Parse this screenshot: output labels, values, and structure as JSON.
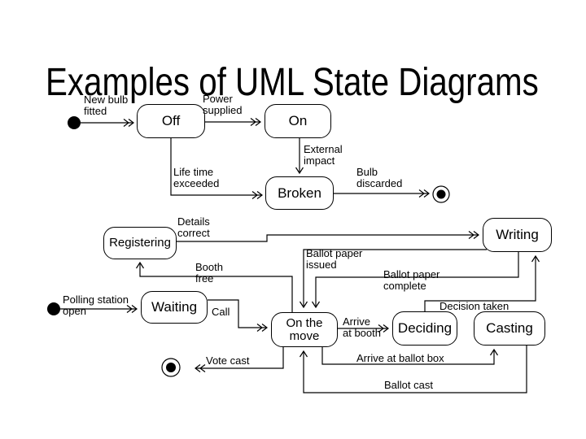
{
  "title": "Examples of UML State Diagrams",
  "lamp_diagram": {
    "states": {
      "off": "Off",
      "on": "On",
      "broken": "Broken"
    },
    "transitions": {
      "new_bulb_fitted": "New bulb\nfitted",
      "power_supplied": "Power\nsupplied",
      "life_time_exceeded": "Life time\nexceeded",
      "external_impact": "External\nimpact",
      "bulb_discarded": "Bulb\ndiscarded"
    }
  },
  "voting_diagram": {
    "states": {
      "registering": "Registering",
      "writing": "Writing",
      "waiting": "Waiting",
      "on_the_move": "On the\nmove",
      "deciding": "Deciding",
      "casting": "Casting"
    },
    "transitions": {
      "polling_station_open": "Polling station\nopen",
      "call": "Call",
      "details_correct": "Details\ncorrect",
      "booth_free": "Booth\nfree",
      "ballot_paper_issued": "Ballot paper\nissued",
      "ballot_paper_complete": "Ballot paper\ncomplete",
      "arrive_at_booth": "Arrive\nat booth",
      "decision_taken": "Decision taken",
      "arrive_at_ballot_box": "Arrive at ballot box",
      "vote_cast": "Vote cast",
      "ballot_cast": "Ballot cast"
    }
  },
  "colors": {
    "line": "#000000",
    "background": "#ffffff"
  }
}
